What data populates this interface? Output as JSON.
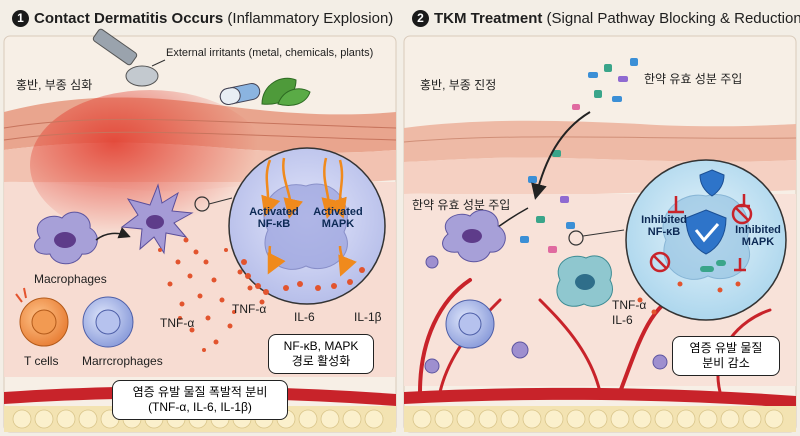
{
  "left": {
    "number": "1",
    "title_bold": "Contact Dermatitis Occurs",
    "title_rest": " (Inflammatory Explosion)",
    "irritants_label": "External irritants (metal, chemicals, plants)",
    "redness_label": "홍반, 부종 심화",
    "macrophages_label": "Macrophages",
    "tcells_label": "T cells",
    "macrophages2_label": "Marrcrophages",
    "tnf_label_1": "TNF-α",
    "tnf_label_2": "TNF-α",
    "il6_label": "IL-6",
    "il1b_label": "IL-1β",
    "activated_nfkb": "Activated NF-κB",
    "activated_mapk": "Activated MAPK",
    "pathway_box": [
      "NF-κB, MAPK",
      "경로 활성화"
    ],
    "secretion_box": [
      "염증 유발 물질 폭발적 분비",
      "(TNF-α, IL-6, IL-1β)"
    ]
  },
  "right": {
    "number": "2",
    "title_bold": "TKM Treatment",
    "title_rest": " (Signal Pathway Blocking & Reduction)",
    "redness_label": "홍반, 부종 진정",
    "herbal_label_top": "한약 유효 성분 주입",
    "herbal_label_mid": "한약 유효 성분 주입",
    "inhibited_nfkb": "Inhibited NF-κB",
    "inhibited_mapk": "Inhibited MAPK",
    "tnf_label": "TNF-α",
    "il6_label": "IL-6",
    "reduction_box": [
      "염증 유발 물질",
      "분비 감소"
    ]
  },
  "colors": {
    "skin_top": "#e9a58e",
    "skin_inflamed": "#e04a3a",
    "dermis": "#f6d9cf",
    "vessel": "#c8232a",
    "fat": "#f3e3b2",
    "bubble_left": "#c7cdf2",
    "bubble_right": "#c9e4f3",
    "cytokine": "#e2542e",
    "herbal_blue": "#3b8fd6",
    "herbal_green": "#3aa58a"
  }
}
